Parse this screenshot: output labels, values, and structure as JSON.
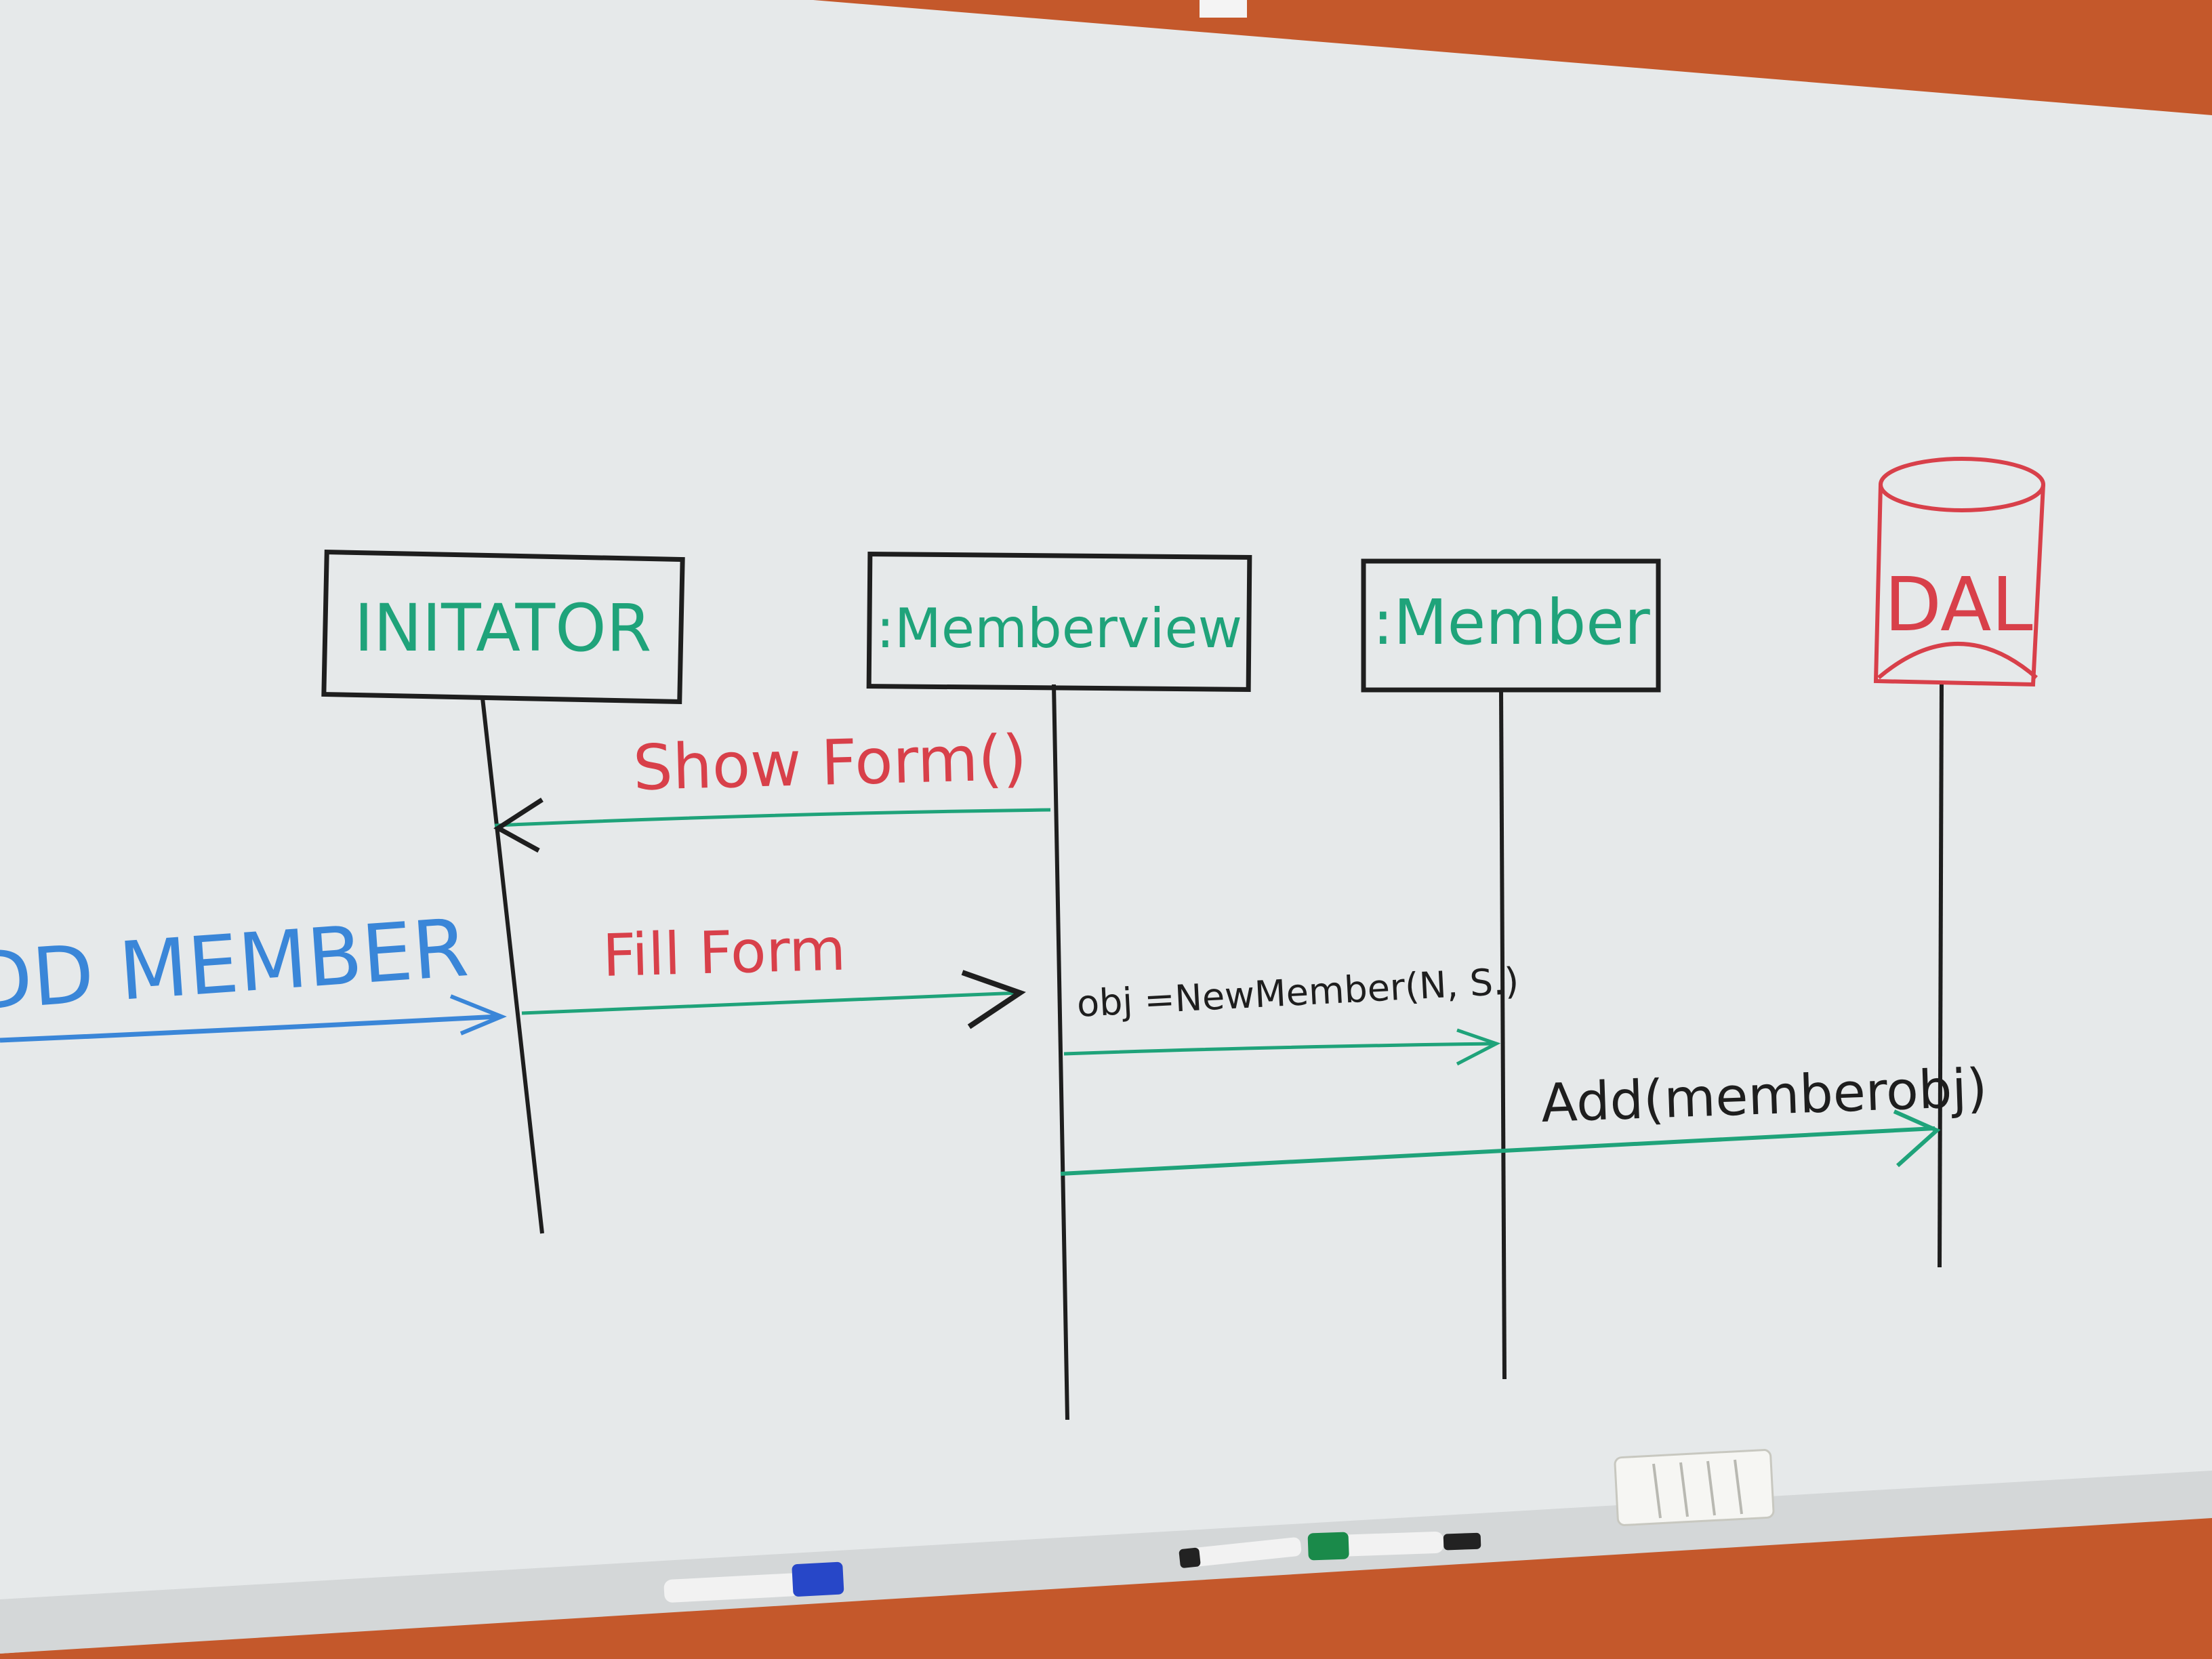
{
  "colors": {
    "wall": "#c4582b",
    "board": "#e6e9ea",
    "ink_black": "#1e1e1e",
    "ink_green": "#1fa37a",
    "ink_red": "#d8404a",
    "ink_blue": "#3a86d8"
  },
  "diagram": {
    "lifelines": [
      {
        "id": "initiator",
        "label": "INITATOR",
        "color": "#1fa37a",
        "border": "#1e1e1e"
      },
      {
        "id": "memberview",
        "label": ":Memberview",
        "color": "#1fa37a",
        "border": "#1e1e1e"
      },
      {
        "id": "member",
        "label": ":Member",
        "color": "#1fa37a",
        "border": "#1e1e1e"
      },
      {
        "id": "dal",
        "label": "DAL",
        "color": "#d8404a",
        "border": "#d8404a",
        "shape": "cylinder"
      }
    ],
    "messages": [
      {
        "label": "Show Form()",
        "from": "memberview",
        "to": "initiator",
        "label_color": "#d8404a"
      },
      {
        "label": "DD MEMBER",
        "from": "external",
        "to": "initiator",
        "label_color": "#3a86d8"
      },
      {
        "label": "Fill Form",
        "from": "initiator",
        "to": "memberview",
        "label_color": "#d8404a"
      },
      {
        "label": "obj =NewMember(N, S.)",
        "from": "memberview",
        "to": "member",
        "label_color": "#1e1e1e"
      },
      {
        "label": "Add(memberobj)",
        "from": "memberview",
        "to": "dal",
        "label_color": "#1e1e1e"
      }
    ]
  }
}
